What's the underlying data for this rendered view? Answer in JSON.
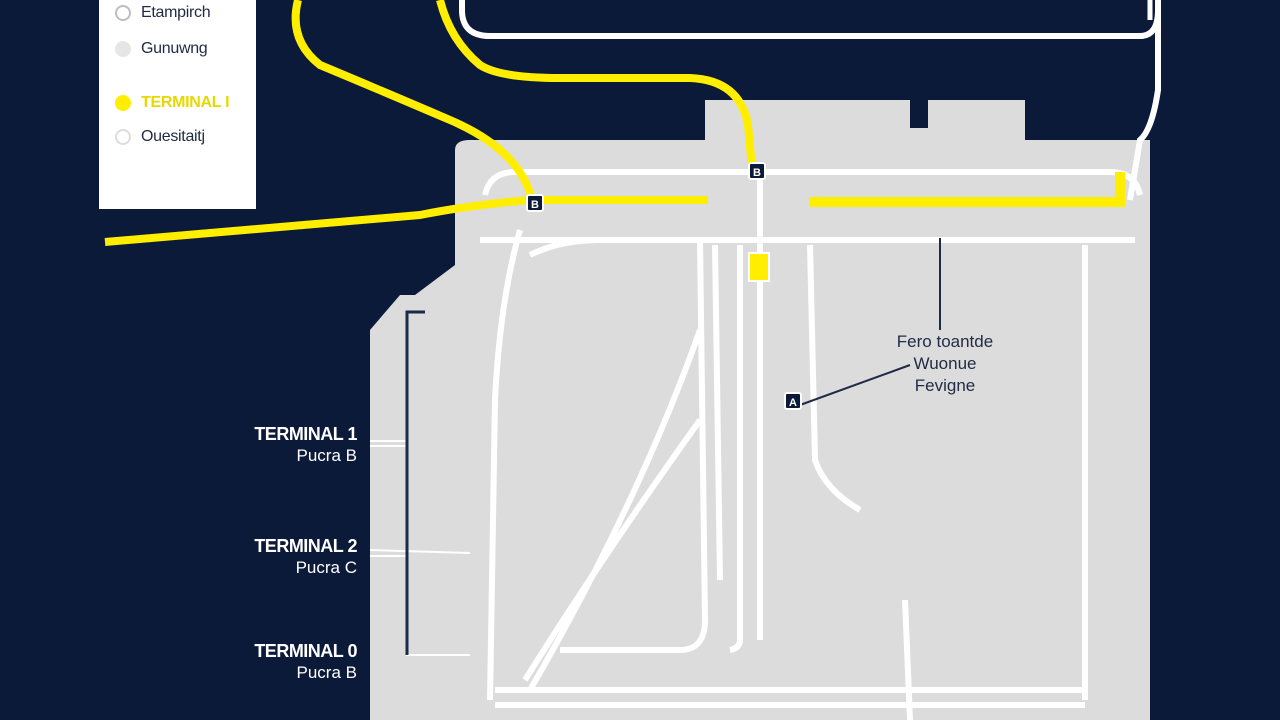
{
  "colors": {
    "background": "#0c1a3a",
    "terminal_area": "#dcdcdc",
    "road": "#ffffff",
    "route": "#ffee00",
    "text_dark": "#1f2a44"
  },
  "legend": {
    "items": [
      {
        "label": "Etampirch",
        "dot_color": "#bdbdbd"
      },
      {
        "label": "Gunuwng",
        "dot_color": "#e6e6e6"
      },
      {
        "label": "TERMINAL I",
        "dot_color": "#ffee00",
        "label_color": "#ffee00"
      },
      {
        "label": "Ouesitaitj",
        "dot_color": "#dddddd"
      }
    ]
  },
  "terminals": [
    {
      "name": "TERMINAL 1",
      "sub": "Pucra B"
    },
    {
      "name": "TERMINAL 2",
      "sub": "Pucra C"
    },
    {
      "name": "TERMINAL 0",
      "sub": "Pucra B"
    }
  ],
  "callout": {
    "lines": [
      "Fero toantde",
      "Wuonue",
      "Fevigne"
    ]
  },
  "markers": [
    {
      "glyph": "B",
      "icon": "bus-stop-icon"
    },
    {
      "glyph": "B",
      "icon": "bus-stop-icon"
    },
    {
      "glyph": "A",
      "icon": "location-marker-icon"
    }
  ]
}
